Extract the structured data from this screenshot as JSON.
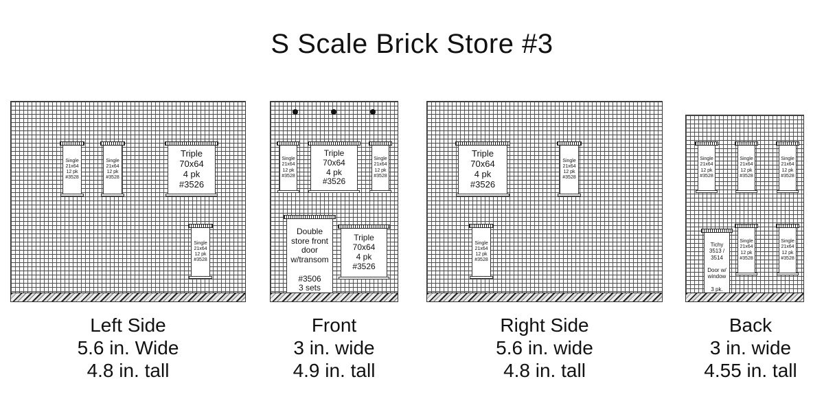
{
  "title": "S Scale Brick Store #3",
  "single": [
    "Single",
    "21x64",
    "12 pk",
    "#3528"
  ],
  "triple": [
    "Triple",
    "70x64",
    "4 pk",
    "#3526"
  ],
  "door_front": [
    "Double",
    "store front",
    "door",
    "w/transom",
    "",
    "#3506",
    "3 sets"
  ],
  "door_back": [
    "Tichy",
    "3513 /",
    "3514",
    "",
    "Door w/",
    "window",
    "",
    "3 pk."
  ],
  "captions": {
    "left": [
      "Left Side",
      "5.6 in. Wide",
      "4.8 in. tall"
    ],
    "front": [
      "Front",
      "3 in. wide",
      "4.9 in. tall"
    ],
    "right": [
      "Right Side",
      "5.6 in. wide",
      "4.8 in. tall"
    ],
    "back": [
      "Back",
      "3 in. wide",
      "4.55 in. tall"
    ]
  }
}
